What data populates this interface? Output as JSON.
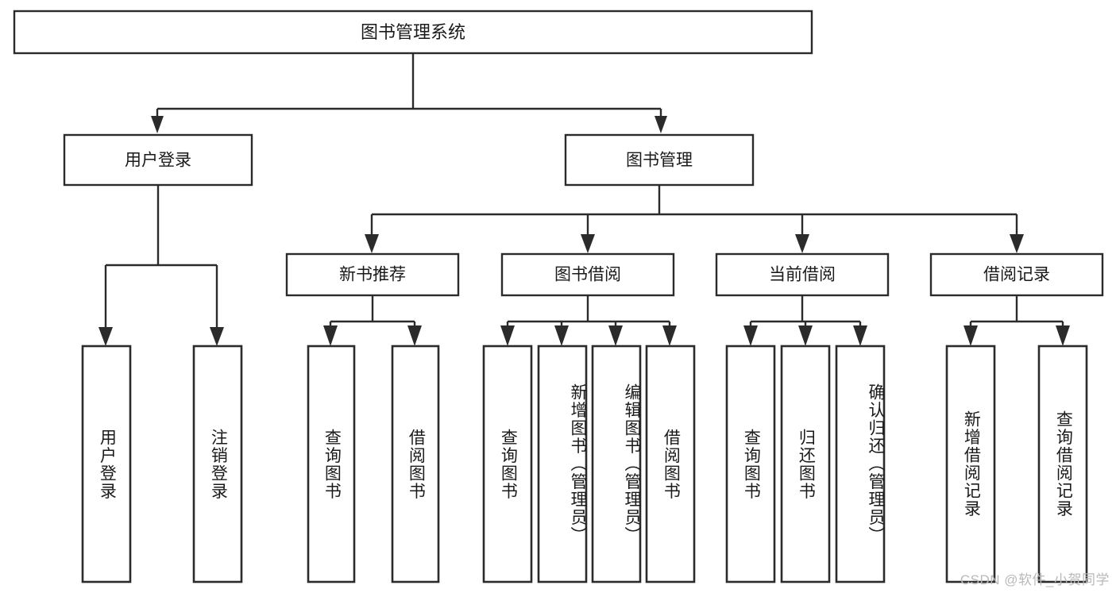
{
  "diagram": {
    "title": "图书管理系统",
    "type": "tree",
    "root": {
      "label": "图书管理系统",
      "level": 1
    },
    "level2": [
      {
        "label": "用户登录"
      },
      {
        "label": "图书管理"
      }
    ],
    "level3": [
      {
        "label": "新书推荐"
      },
      {
        "label": "图书借阅"
      },
      {
        "label": "当前借阅"
      },
      {
        "label": "借阅记录"
      }
    ],
    "leaves": {
      "user_login": [
        {
          "label": "用户登录"
        },
        {
          "label": "注销登录"
        }
      ],
      "new_book_recommend": [
        {
          "label": "查询图书"
        },
        {
          "label": "借阅图书"
        }
      ],
      "book_borrow": [
        {
          "label": "查询图书"
        },
        {
          "label": "新增图书（管理员）"
        },
        {
          "label": "编辑图书（管理员）"
        },
        {
          "label": "借阅图书"
        }
      ],
      "current_borrow": [
        {
          "label": "查询图书"
        },
        {
          "label": "归还图书"
        },
        {
          "label": "确认归还（管理员）"
        }
      ],
      "borrow_record": [
        {
          "label": "新增借阅记录"
        },
        {
          "label": "查询借阅记录"
        }
      ]
    },
    "colors": {
      "box_stroke": "#2b2b2b",
      "box_fill": "#ffffff",
      "text": "#1a1a1a",
      "background": "#ffffff",
      "watermark": "#b9b9b9"
    }
  },
  "watermark": {
    "text": "CSDN @软件_小贺同学"
  }
}
